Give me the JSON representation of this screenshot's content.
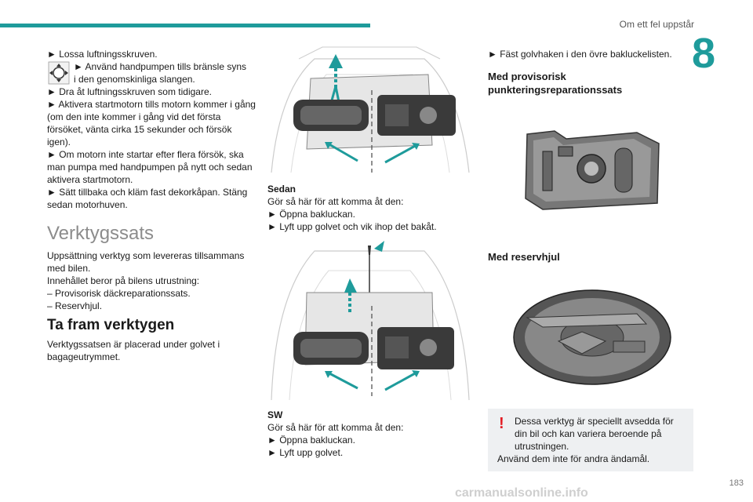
{
  "header": {
    "title": "Om ett fel uppstår",
    "chapter": "8"
  },
  "col1": {
    "l1": "► Lossa luftningsskruven.",
    "l2a": "► Använd handpumpen tills bränsle syns",
    "l2b": "i den genomskinliga slangen.",
    "l3": "► Dra åt luftningsskruven som tidigare.",
    "l4": "► Aktivera startmotorn tills motorn kommer i gång (om den inte kommer i gång vid det första försöket, vänta cirka 15 sekunder och försök igen).",
    "l5": "► Om motorn inte startar efter flera försök, ska man pumpa med handpumpen på nytt och sedan aktivera startmotorn.",
    "l6": "► Sätt tillbaka och kläm fast dekorkåpan. Stäng sedan motorhuven.",
    "h_verk": "Verktygssats",
    "v1": "Uppsättning verktyg som levereras tillsammans med bilen.",
    "v2": "Innehållet beror på bilens utrustning:",
    "v3": "– Provisorisk däckreparationssats.",
    "v4": "– Reservhjul.",
    "h_ta": "Ta fram verktygen",
    "t1": "Verktygssatsen är placerad under golvet i bagageutrymmet."
  },
  "col2": {
    "sedan_title": "Sedan",
    "sedan_1": "Gör så här för att komma åt den:",
    "sedan_2": "► Öppna bakluckan.",
    "sedan_3": "► Lyft upp golvet och vik ihop det bakåt.",
    "sw_title": "SW",
    "sw_1": "Gör så här för att komma åt den:",
    "sw_2": "► Öppna bakluckan.",
    "sw_3": "► Lyft upp golvet."
  },
  "col3": {
    "c1": "► Fäst golvhaken i den övre bakluckelisten.",
    "h_prov": "Med provisorisk punkteringsreparationssats",
    "h_res": "Med reservhjul",
    "warn1": "Dessa verktyg är speciellt avsedda för din bil och kan variera beroende på utrustningen.",
    "warn2": "Använd dem inte för andra ändamål."
  },
  "footer": {
    "page": "183",
    "watermark": "carmanualsonline.info"
  }
}
